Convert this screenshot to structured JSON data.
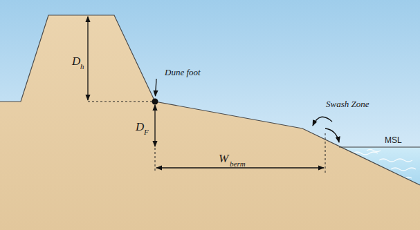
{
  "diagram": {
    "labels": [
      "D",
      "h",
      "Dune foot",
      "D",
      "F",
      "W",
      "berm",
      "Swash Zone",
      "MSL"
    ]
  }
}
